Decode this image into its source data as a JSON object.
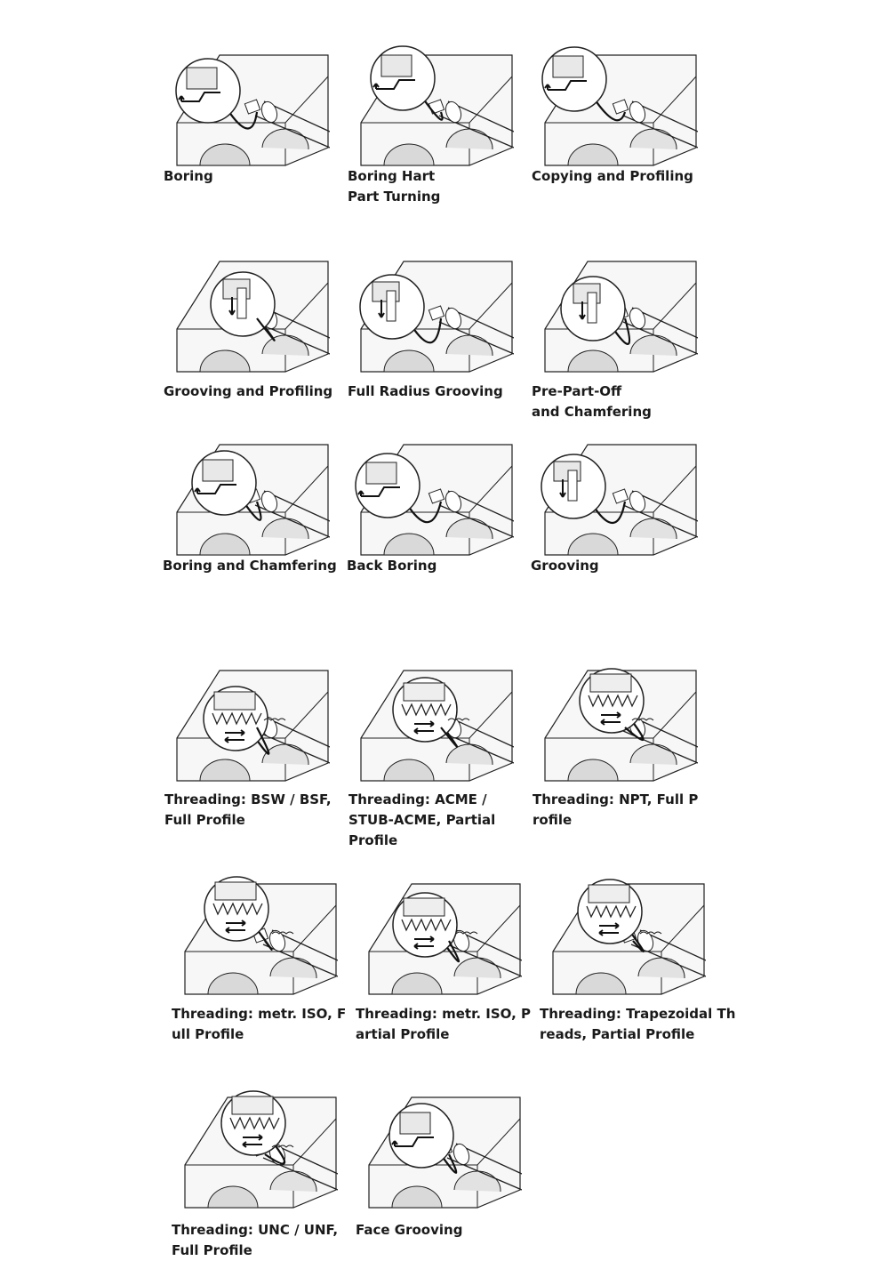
{
  "sections": [
    {
      "items": [
        {
          "label": "Boring",
          "icon": "boring-illustration"
        },
        {
          "label": "Boring Hart Part Turning",
          "icon": "boring-hard-part-turning-illustration"
        },
        {
          "label": "Copying and Profiling",
          "icon": "copying-profiling-illustration"
        }
      ]
    },
    {
      "items": [
        {
          "label": "Grooving and Profiling",
          "icon": "grooving-profiling-illustration"
        },
        {
          "label": "Full Radius Grooving",
          "icon": "full-radius-grooving-illustration"
        },
        {
          "label": "Pre-Part-Off and Chamfering",
          "icon": "pre-part-off-chamfering-illustration"
        },
        {
          "label": "Boring and Chamfering",
          "icon": "boring-chamfering-illustration"
        },
        {
          "label": "Back Boring",
          "icon": "back-boring-illustration"
        },
        {
          "label": "Grooving",
          "icon": "grooving-illustration"
        }
      ]
    },
    {
      "items": [
        {
          "label": "Threading: BSW / BSF, Full Profile",
          "icon": "threading-illustration"
        },
        {
          "label": "Threading: ACME / STUB-ACME, Partial Profile",
          "icon": "threading-illustration"
        },
        {
          "label": "Threading: NPT, Full Profile",
          "icon": "threading-illustration"
        },
        {
          "label": "Threading: metr. ISO, Full Profile",
          "icon": "threading-illustration"
        },
        {
          "label": "Threading: metr. ISO, Partial Profile",
          "icon": "threading-illustration"
        },
        {
          "label": "Threading: Trapezoidal Threads, Partial Profile",
          "icon": "threading-illustration"
        },
        {
          "label": "Threading: UNC / UNF, Full Profile",
          "icon": "threading-illustration"
        },
        {
          "label": "Face Grooving",
          "icon": "face-grooving-illustration"
        }
      ]
    }
  ]
}
